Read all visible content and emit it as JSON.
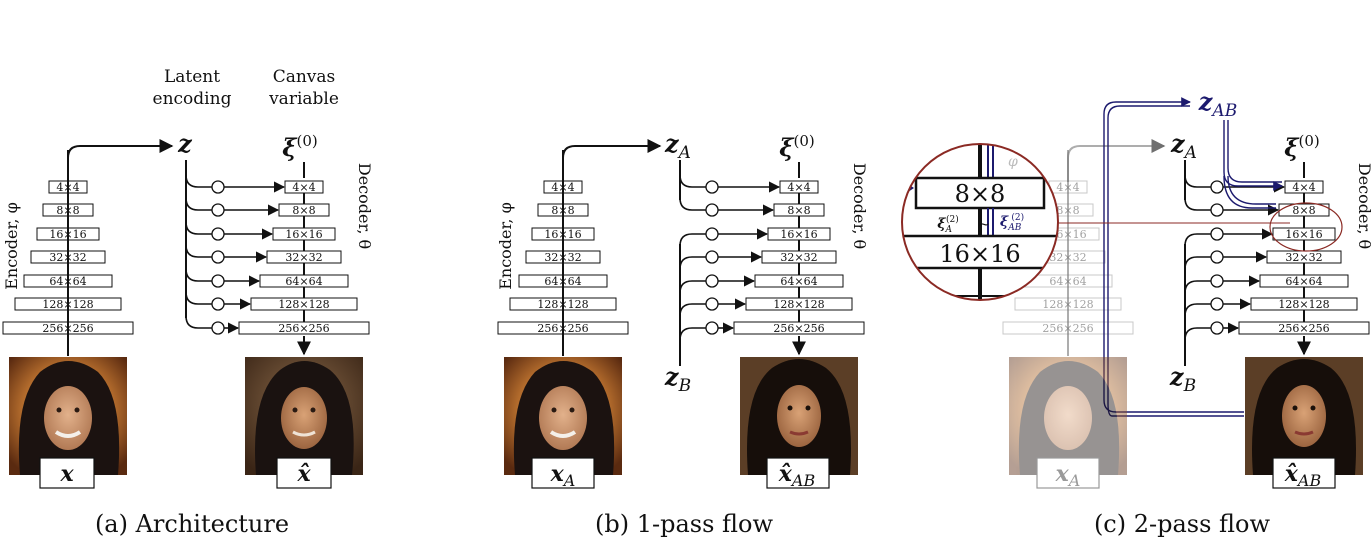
{
  "headers": {
    "latent": [
      "Latent",
      "encoding"
    ],
    "canvas": [
      "Canvas",
      "variable"
    ]
  },
  "side_labels": {
    "encoder": "Encoder, φ",
    "decoder": "Decoder, θ"
  },
  "resolutions": [
    "4×4",
    "8×8",
    "16×16",
    "32×32",
    "64×64",
    "128×128",
    "256×256"
  ],
  "variables": {
    "z": "z",
    "xi0": "ξ",
    "xi0_sup": "(0)",
    "x": "x",
    "x_hat": "x̂",
    "zA": "z",
    "zB": "z",
    "zAB": "z",
    "xA": "x",
    "xAB": "x̂",
    "sub_A": "A",
    "sub_B": "B",
    "sub_AB": "AB"
  },
  "zoom": {
    "top_box": "8×8",
    "bottom_box": "16×16",
    "xiA": "ξ",
    "xiA_sub": "A",
    "xiAB": "ξ",
    "xiAB_sub": "AB",
    "sup": "(2)",
    "tilde": "~",
    "phi_ghost": "φ"
  },
  "captions": {
    "a": "(a) Architecture",
    "b": "(b) 1-pass flow",
    "c": "(c) 2-pass flow"
  },
  "colors": {
    "ink": "#111111",
    "navy": "#1c1a6e",
    "dark_red": "#8b2a24",
    "ghost": "#9a9a9a"
  }
}
